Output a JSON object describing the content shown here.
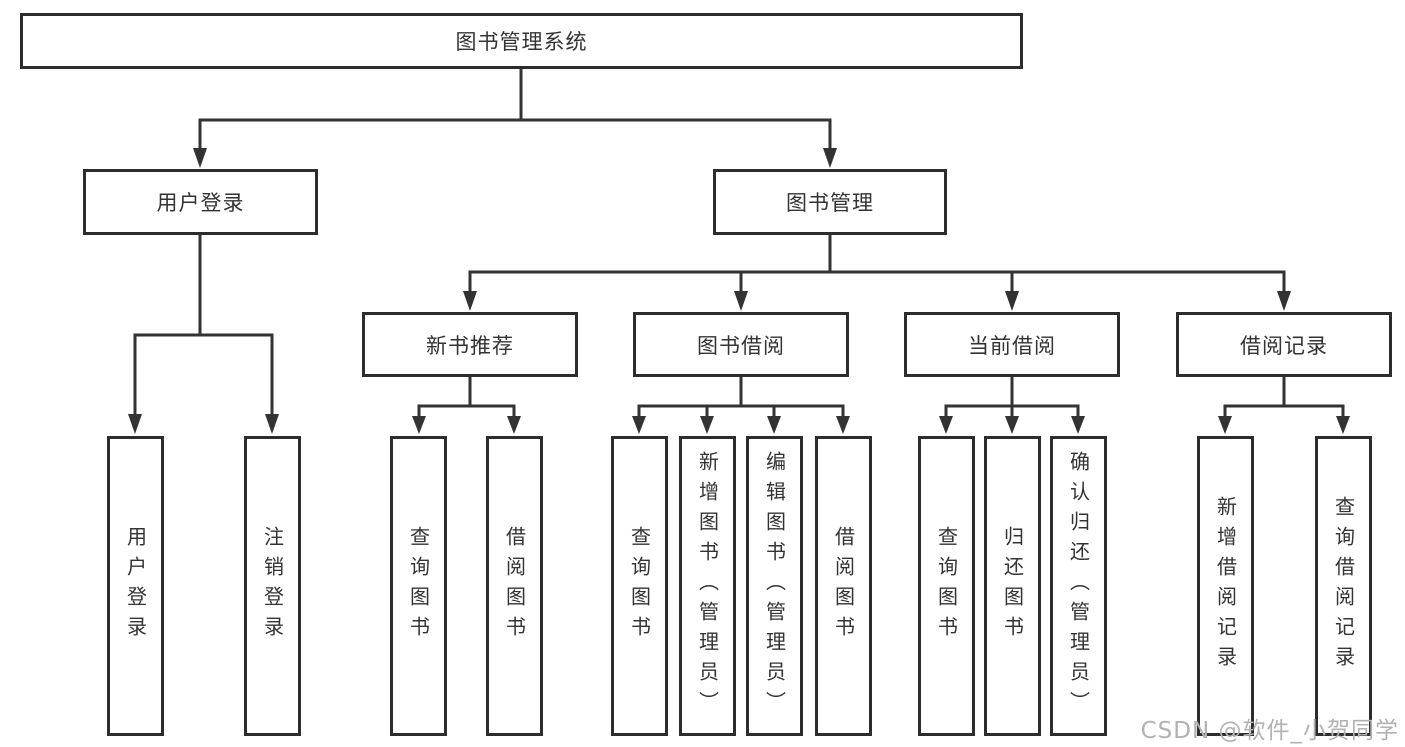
{
  "diagram_title": "图书管理系统",
  "nodes": {
    "root": {
      "label": "图书管理系统"
    },
    "user_login": {
      "label": "用户登录"
    },
    "book_management": {
      "label": "图书管理"
    },
    "new_book_recommend": {
      "label": "新书推荐"
    },
    "book_borrowing": {
      "label": "图书借阅"
    },
    "current_borrowing": {
      "label": "当前借阅"
    },
    "borrowing_records": {
      "label": "借阅记录"
    },
    "leaf_user_login": {
      "label": "用户登录"
    },
    "leaf_logout": {
      "label": "注销登录"
    },
    "leaf_query_books_a": {
      "label": "查询图书"
    },
    "leaf_borrow_books_a": {
      "label": "借阅图书"
    },
    "leaf_query_books_b": {
      "label": "查询图书"
    },
    "leaf_add_books_admin": {
      "label": "新增图书（管理员）"
    },
    "leaf_edit_books_admin": {
      "label": "编辑图书（管理员）"
    },
    "leaf_borrow_books_b": {
      "label": "借阅图书"
    },
    "leaf_query_books_c": {
      "label": "查询图书"
    },
    "leaf_return_books": {
      "label": "归还图书"
    },
    "leaf_confirm_return_admin": {
      "label": "确认归还（管理员）"
    },
    "leaf_add_borrow_record": {
      "label": "新增借阅记录"
    },
    "leaf_query_borrow_record": {
      "label": "查询借阅记录"
    }
  },
  "hierarchy": {
    "图书管理系统": [
      "用户登录",
      "图书管理"
    ],
    "用户登录": [
      "用户登录",
      "注销登录"
    ],
    "图书管理": [
      "新书推荐",
      "图书借阅",
      "当前借阅",
      "借阅记录"
    ],
    "新书推荐": [
      "查询图书",
      "借阅图书"
    ],
    "图书借阅": [
      "查询图书",
      "新增图书（管理员）",
      "编辑图书（管理员）",
      "借阅图书"
    ],
    "当前借阅": [
      "查询图书",
      "归还图书",
      "确认归还（管理员）"
    ],
    "借阅记录": [
      "新增借阅记录",
      "查询借阅记录"
    ]
  },
  "watermark": {
    "text": "CSDN @软件_小贺同学"
  },
  "colors": {
    "background": "#ffffff",
    "box_border": "#2d2d2d",
    "line": "#333333",
    "text": "#333333",
    "watermark": "#b2b2b2"
  }
}
